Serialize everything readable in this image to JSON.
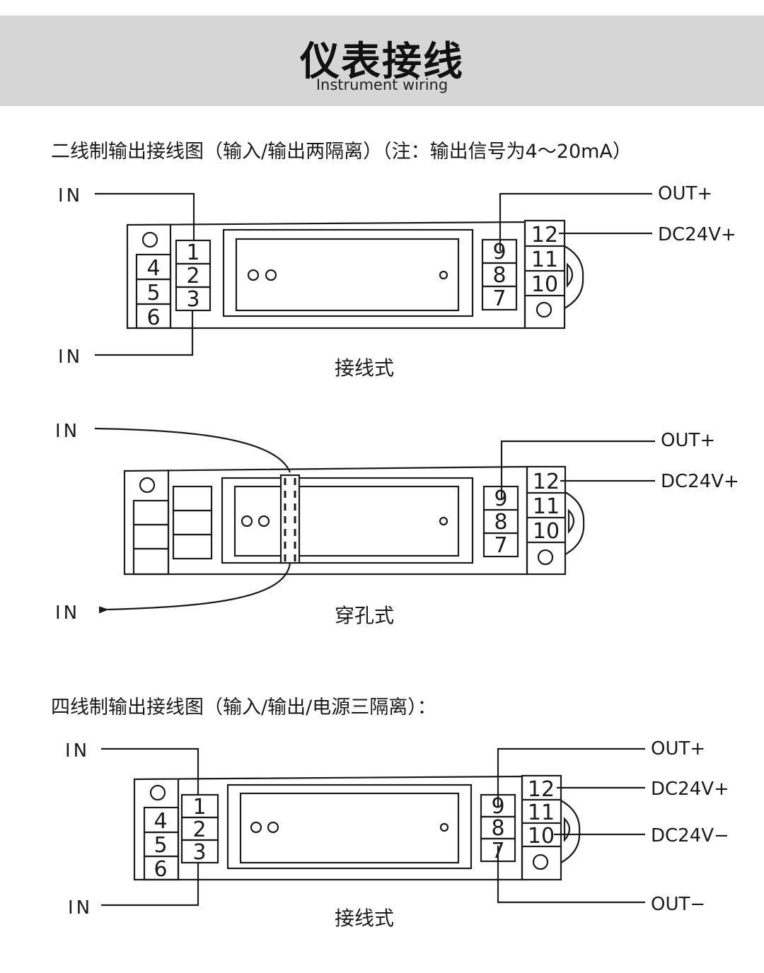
{
  "header": {
    "title": "仪表接线",
    "subtitle": "Instrument wiring"
  },
  "sections": [
    {
      "heading": "二线制输出接线图（输入/输出两隔离）（注：输出信号为4～20mA）"
    },
    {
      "heading": "四线制输出接线图（输入/输出/电源三隔离）："
    }
  ],
  "diagrams": {
    "d1": {
      "caption": "接线式",
      "in_top": "IN",
      "in_bottom": "IN",
      "out_plus": "OUT+",
      "dc_plus": "DC24V+",
      "left_outer": [
        "4",
        "5",
        "6"
      ],
      "left_inner": [
        "1",
        "2",
        "3"
      ],
      "right_inner": [
        "9",
        "8",
        "7"
      ],
      "right_outer": [
        "12",
        "11",
        "10"
      ]
    },
    "d2": {
      "caption": "穿孔式",
      "in_top": "IN",
      "in_bottom": "IN",
      "out_plus": "OUT+",
      "dc_plus": "DC24V+",
      "right_inner": [
        "9",
        "8",
        "7"
      ],
      "right_outer": [
        "12",
        "11",
        "10"
      ]
    },
    "d3": {
      "caption": "接线式",
      "in_top": "IN",
      "in_bottom": "IN",
      "out_plus": "OUT+",
      "dc_plus": "DC24V+",
      "dc_minus": "DC24V−",
      "out_minus": "OUT−",
      "left_outer": [
        "4",
        "5",
        "6"
      ],
      "left_inner": [
        "1",
        "2",
        "3"
      ],
      "right_inner": [
        "9",
        "8",
        "7"
      ],
      "right_outer": [
        "12",
        "11",
        "10"
      ]
    }
  }
}
